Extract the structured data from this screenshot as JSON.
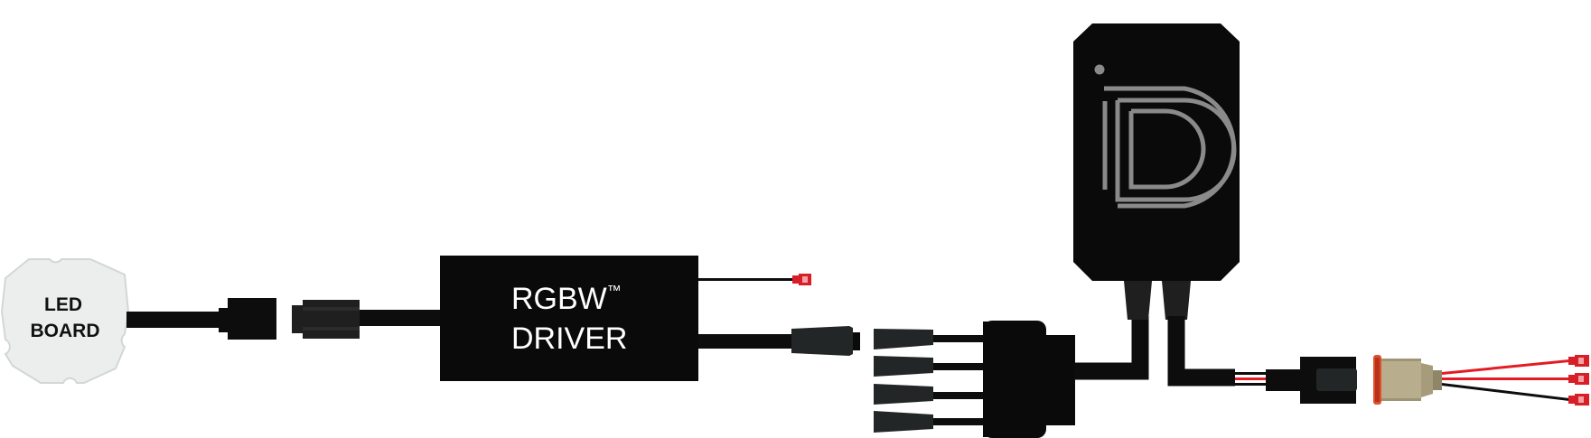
{
  "led_board": {
    "line1": "LED",
    "line2": "BOARD"
  },
  "driver": {
    "line1": "RGBW",
    "trademark": "™",
    "line2": "DRIVER"
  },
  "controller": {
    "logo": "D-logo"
  },
  "colors": {
    "body": "#0a0a0a",
    "cable": "#0d0d0d",
    "connector": "#1f1f1f",
    "red_wire": "#e51b23",
    "red_terminal": "#d81e27",
    "led_board": "#eceeee",
    "logo_gray": "#8a8a8a",
    "switch_khaki": "#b8ad8c",
    "switch_ring": "#e0502a"
  }
}
